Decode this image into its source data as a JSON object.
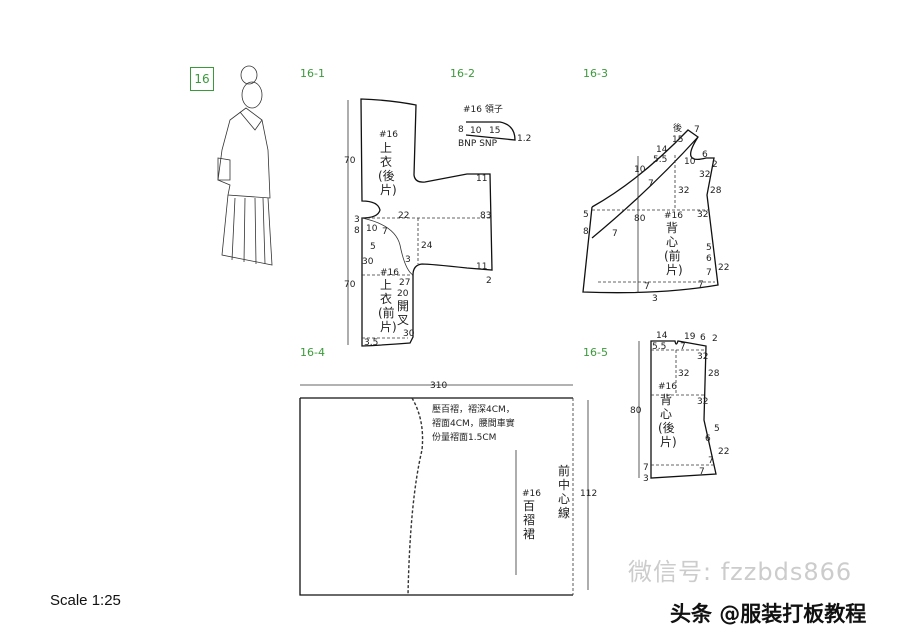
{
  "figure_number": "16",
  "scale": "Scale 1:25",
  "sections": {
    "s1": "16-1",
    "s2": "16-2",
    "s3": "16-3",
    "s4": "16-4",
    "s5": "16-5"
  },
  "piece_16_1": {
    "back_label": [
      "#16",
      "上",
      "衣",
      "(後",
      "片)"
    ],
    "front_label": [
      "#16",
      "上",
      "衣",
      "(前",
      "片)"
    ],
    "slit_label": [
      "20",
      "開",
      "叉"
    ],
    "dims": [
      "70",
      "70",
      "3",
      "8",
      "10",
      "7",
      "22",
      "83",
      "11",
      "11",
      "2",
      "24",
      "5",
      "3",
      "30",
      "27",
      "30",
      "3.5"
    ]
  },
  "piece_16_2": {
    "title": "#16 領子",
    "dims": [
      "8",
      "10",
      "15",
      "1.2"
    ],
    "marks": "BNP SNP"
  },
  "piece_16_3": {
    "label": [
      "#16",
      "背",
      "心",
      "(前",
      "片)"
    ],
    "back_mark": "後",
    "dims": [
      "7",
      "15",
      "14",
      "5.5",
      "10",
      "6",
      "2",
      "7",
      "10",
      "32",
      "32",
      "28",
      "7",
      "5",
      "80",
      "32",
      "8",
      "5",
      "6",
      "22",
      "7",
      "7",
      "7",
      "3"
    ]
  },
  "piece_16_4": {
    "width": "310",
    "height": "112",
    "note": [
      "壓百褶，褶深4CM，",
      "褶面4CM，腰間車實",
      "份量褶面1.5CM"
    ],
    "label": [
      "#16",
      "百",
      "褶",
      "裙"
    ],
    "center_line": [
      "前",
      "中",
      "心",
      "線"
    ]
  },
  "piece_16_5": {
    "label": [
      "#16",
      "背",
      "心",
      "(後",
      "片)"
    ],
    "dims": [
      "14",
      "19",
      "6",
      "2",
      "5.5",
      "7",
      "32",
      "32",
      "28",
      "80",
      "32",
      "5",
      "6",
      "22",
      "7",
      "7",
      "7",
      "3"
    ]
  },
  "watermark": {
    "wechat": "微信号: fzzbds866",
    "toutiao": "头条 @服装打板教程"
  }
}
